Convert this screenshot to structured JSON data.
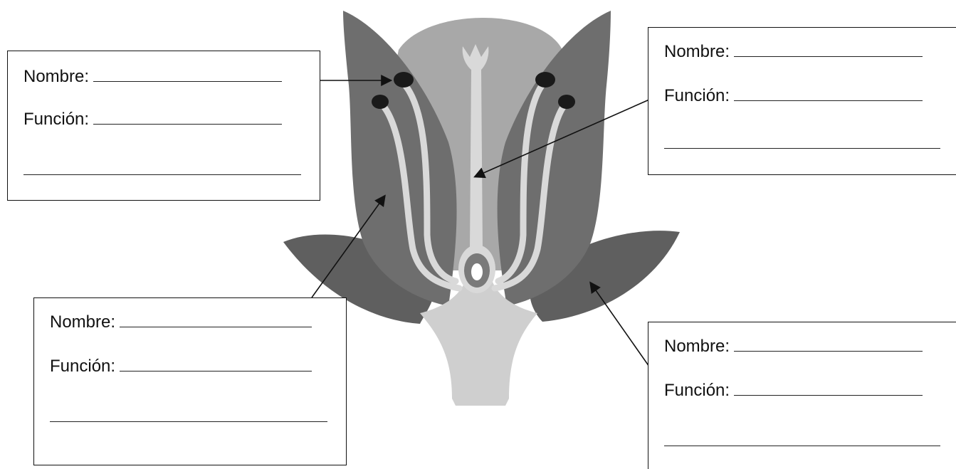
{
  "labels": [
    {
      "id": "top-left",
      "nombre_label": "Nombre:",
      "funcion_label": "Función:"
    },
    {
      "id": "top-right",
      "nombre_label": "Nombre:",
      "funcion_label": "Función:"
    },
    {
      "id": "bottom-left",
      "nombre_label": "Nombre:",
      "funcion_label": "Función:"
    },
    {
      "id": "bottom-right",
      "nombre_label": "Nombre:",
      "funcion_label": "Función:"
    }
  ],
  "colors": {
    "petal": "#6e6e6e",
    "petal_inner": "#a8a8a8",
    "sepal": "#5f5f5f",
    "filament": "#d9d9d9",
    "anther": "#1a1a1a",
    "receptacle": "#cfcfcf",
    "ovary_ring": "#7a7a7a",
    "outline": "#111111"
  }
}
